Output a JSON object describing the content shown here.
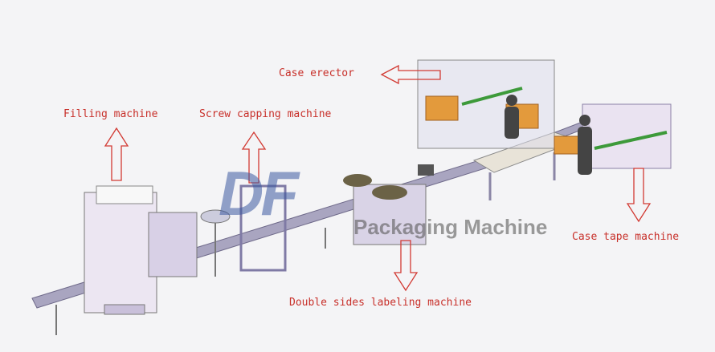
{
  "labels": {
    "case_erector": "Case erector",
    "filling_machine": "Filling machine",
    "screw_capping_machine": "Screw capping machine",
    "case_tape_machine": "Case tape machine",
    "double_sides_labeling_machine": "Double sides labeling machine"
  },
  "watermark": {
    "logo": "DF",
    "text": "Packaging Machine"
  },
  "colors": {
    "label": "#c8302a",
    "machine_frame": "#b9aec9",
    "conveyor": "#9a96b0",
    "carton": "#e39a3c",
    "accent_green": "#3d9a3a"
  }
}
